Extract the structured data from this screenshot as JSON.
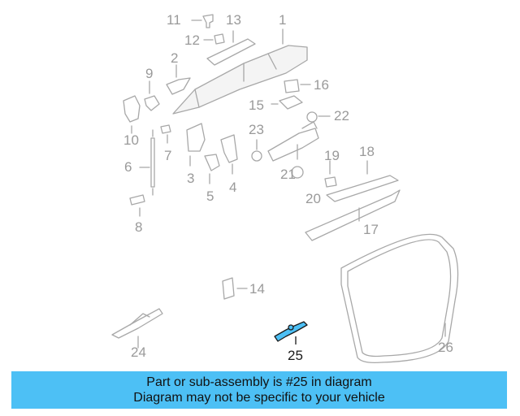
{
  "diagram": {
    "highlight_color": "#4dc0f5",
    "highlighted_part": "25",
    "labels": {
      "p1": "1",
      "p2": "2",
      "p3": "3",
      "p4": "4",
      "p5": "5",
      "p6": "6",
      "p7": "7",
      "p8": "8",
      "p9": "9",
      "p10": "10",
      "p11": "11",
      "p12": "12",
      "p13": "13",
      "p14": "14",
      "p15": "15",
      "p16": "16",
      "p17": "17",
      "p18": "18",
      "p19": "19",
      "p20": "20",
      "p21": "21",
      "p22": "22",
      "p23": "23",
      "p24": "24",
      "p25": "25",
      "p26": "26"
    }
  },
  "banner": {
    "line1": "Part or sub-assembly is #25 in diagram",
    "line2": "Diagram may not be specific to your vehicle"
  }
}
